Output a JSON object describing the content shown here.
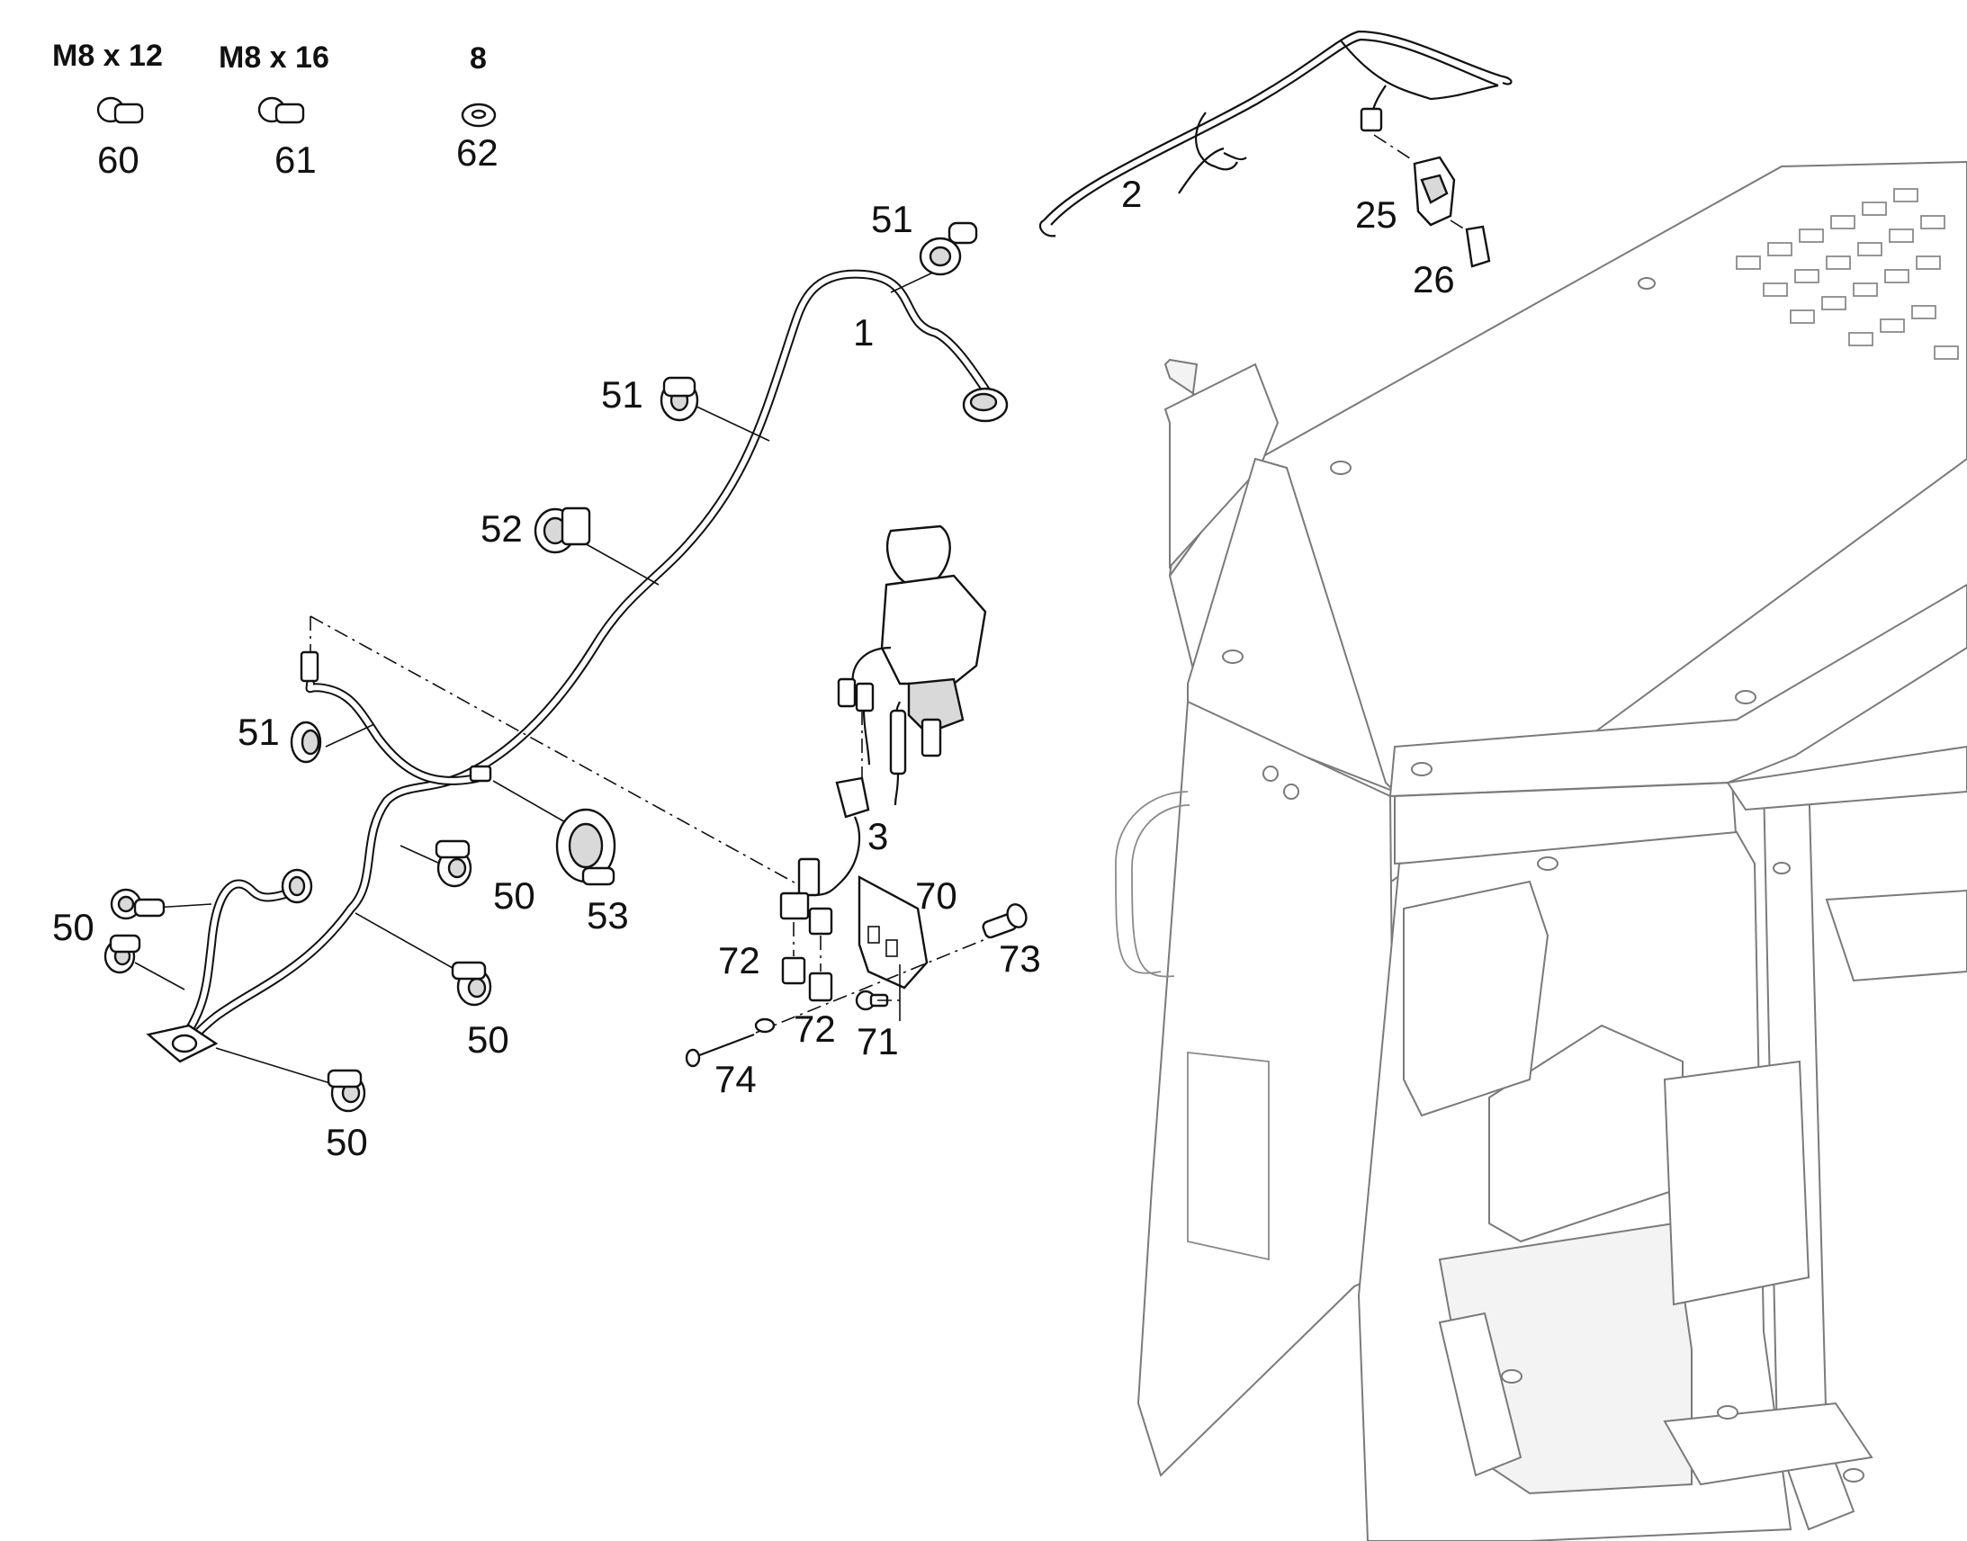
{
  "specs": {
    "s60": "M8 x 12",
    "s61": "M8 x 16",
    "s62": "8"
  },
  "labels": {
    "n1": "1",
    "n2": "2",
    "n3": "3",
    "n25": "25",
    "n26": "26",
    "n50": "50",
    "n51": "51",
    "n52": "52",
    "n53": "53",
    "n60": "60",
    "n61": "61",
    "n62": "62",
    "n70": "70",
    "n71": "71",
    "n72": "72",
    "n73": "73",
    "n74": "74"
  }
}
